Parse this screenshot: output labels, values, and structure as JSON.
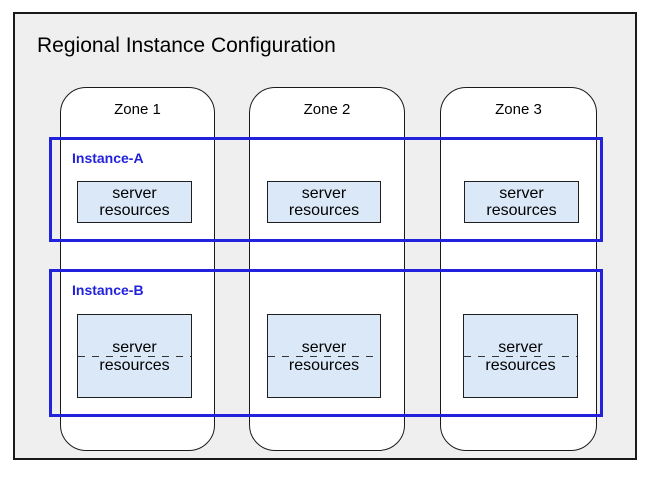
{
  "title": "Regional Instance Configuration",
  "zones": [
    {
      "label": "Zone 1"
    },
    {
      "label": "Zone 2"
    },
    {
      "label": "Zone 3"
    }
  ],
  "instances": [
    {
      "label": "Instance-A",
      "boxes": [
        {
          "line1": "server",
          "line2": "resources"
        },
        {
          "line1": "server",
          "line2": "resources"
        },
        {
          "line1": "server",
          "line2": "resources"
        }
      ]
    },
    {
      "label": "Instance-B",
      "boxes": [
        {
          "line1": "server",
          "line2": "resources"
        },
        {
          "line1": "server",
          "line2": "resources"
        },
        {
          "line1": "server",
          "line2": "resources"
        }
      ]
    }
  ],
  "colors": {
    "region_fill": "#efefef",
    "region_border": "#1a1a1a",
    "zone_fill": "#ffffff",
    "zone_border": "#1a1a1a",
    "instance_border": "#2222dd",
    "instance_label": "#2222dd",
    "server_box_fill": "#dae8f7",
    "server_box_border": "#1f1f1f",
    "divider": "#333333",
    "title_color": "#000000"
  }
}
